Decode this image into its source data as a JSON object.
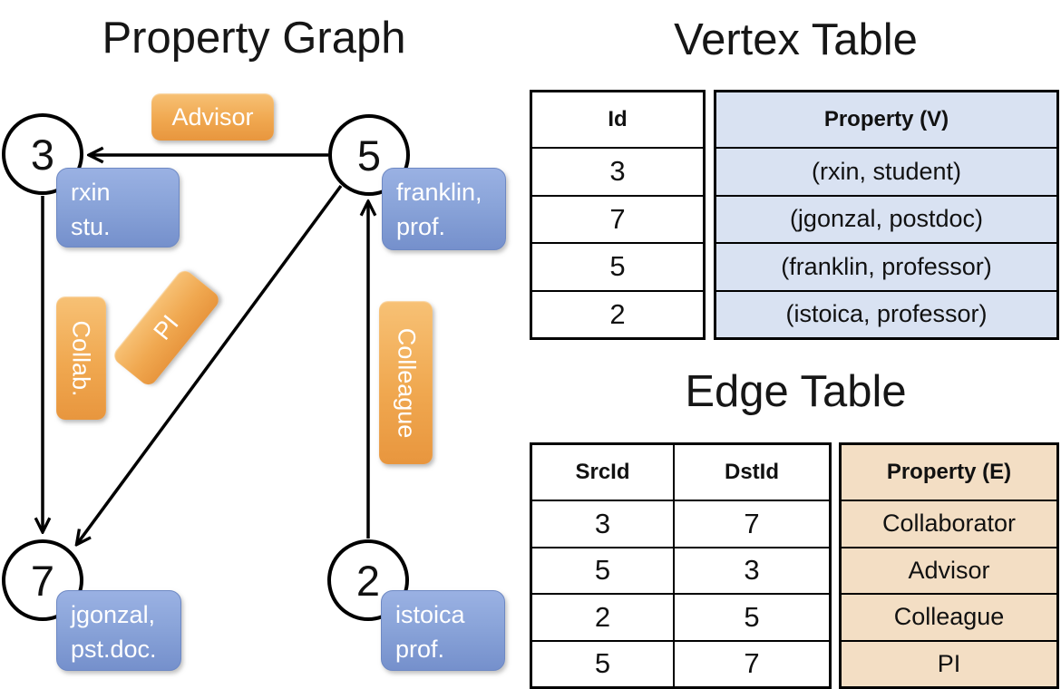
{
  "graph": {
    "title": "Property Graph",
    "nodes": [
      {
        "id": "3",
        "line1": "rxin",
        "line2": "stu."
      },
      {
        "id": "5",
        "line1": "franklin,",
        "line2": "prof."
      },
      {
        "id": "7",
        "line1": "jgonzal,",
        "line2": "pst.doc."
      },
      {
        "id": "2",
        "line1": "istoica",
        "line2": "prof."
      }
    ],
    "edge_labels": [
      "Advisor",
      "Collab.",
      "PI",
      "Colleague"
    ]
  },
  "vertex_table": {
    "title": "Vertex Table",
    "columns": [
      "Id",
      "Property (V)"
    ],
    "rows": [
      [
        "3",
        "(rxin, student)"
      ],
      [
        "7",
        "(jgonzal, postdoc)"
      ],
      [
        "5",
        "(franklin, professor)"
      ],
      [
        "2",
        "(istoica, professor)"
      ]
    ]
  },
  "edge_table": {
    "title": "Edge Table",
    "columns": [
      "SrcId",
      "DstId",
      "Property (E)"
    ],
    "rows": [
      [
        "3",
        "7",
        "Collaborator"
      ],
      [
        "5",
        "3",
        "Advisor"
      ],
      [
        "2",
        "5",
        "Colleague"
      ],
      [
        "5",
        "7",
        "PI"
      ]
    ]
  },
  "colors": {
    "edge_label_orange": "#EF9E43",
    "vertex_label_blue": "#7E99D0",
    "vertex_property_bg": "#D9E2F2",
    "edge_property_bg": "#F3DEC4",
    "line_black": "#000000"
  }
}
